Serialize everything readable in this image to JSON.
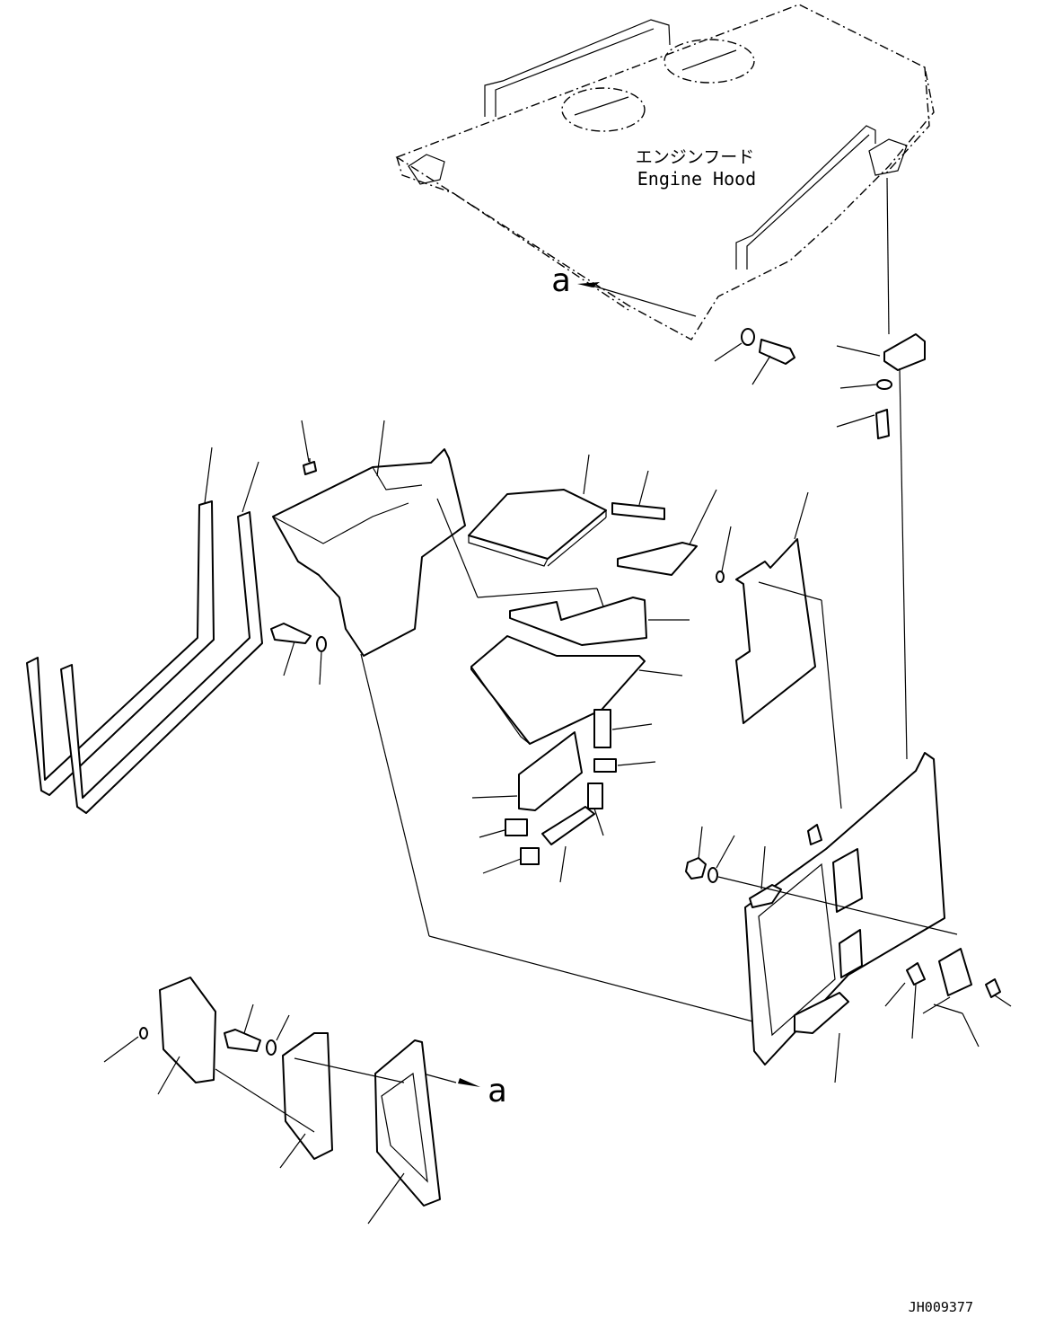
{
  "hood_label_ja": "エンジンフード",
  "hood_label_en": "Engine Hood",
  "view_marker_top": "a",
  "view_marker_bottom": "a",
  "drawing_number": "JH009377"
}
